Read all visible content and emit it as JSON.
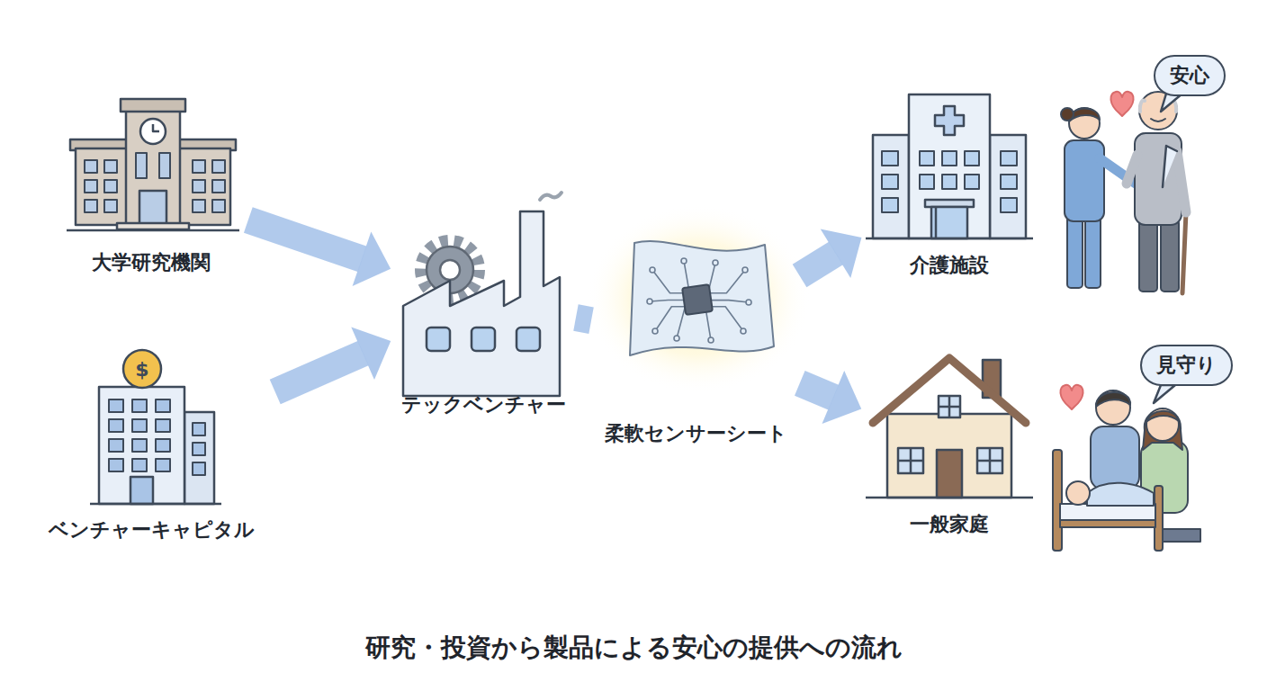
{
  "diagram": {
    "caption": "研究・投資から製品による安心の提供への流れ",
    "nodes": [
      {
        "text": [
          "大学研究機関"
        ]
      },
      {
        "text": [
          "ベンチャーキャピタル"
        ]
      },
      {
        "text": [
          "テックベンチャー"
        ]
      },
      {
        "text": [
          "柔軟センサーシート"
        ]
      },
      {
        "text": [
          "介護施設"
        ]
      },
      {
        "text": [
          "安心"
        ]
      },
      {
        "text": [
          "一般家庭"
        ]
      },
      {
        "text": [
          "見守り"
        ]
      }
    ],
    "edges": [
      {
        "from": 0,
        "to": 2,
        "arrow": "to"
      },
      {
        "from": 1,
        "to": 2,
        "arrow": "to"
      },
      {
        "from": 2,
        "to": 3,
        "arrow": "none"
      },
      {
        "from": 3,
        "to": 4,
        "arrow": "to"
      },
      {
        "from": 3,
        "to": 6,
        "arrow": "to"
      }
    ],
    "labels": [
      "$"
    ]
  }
}
